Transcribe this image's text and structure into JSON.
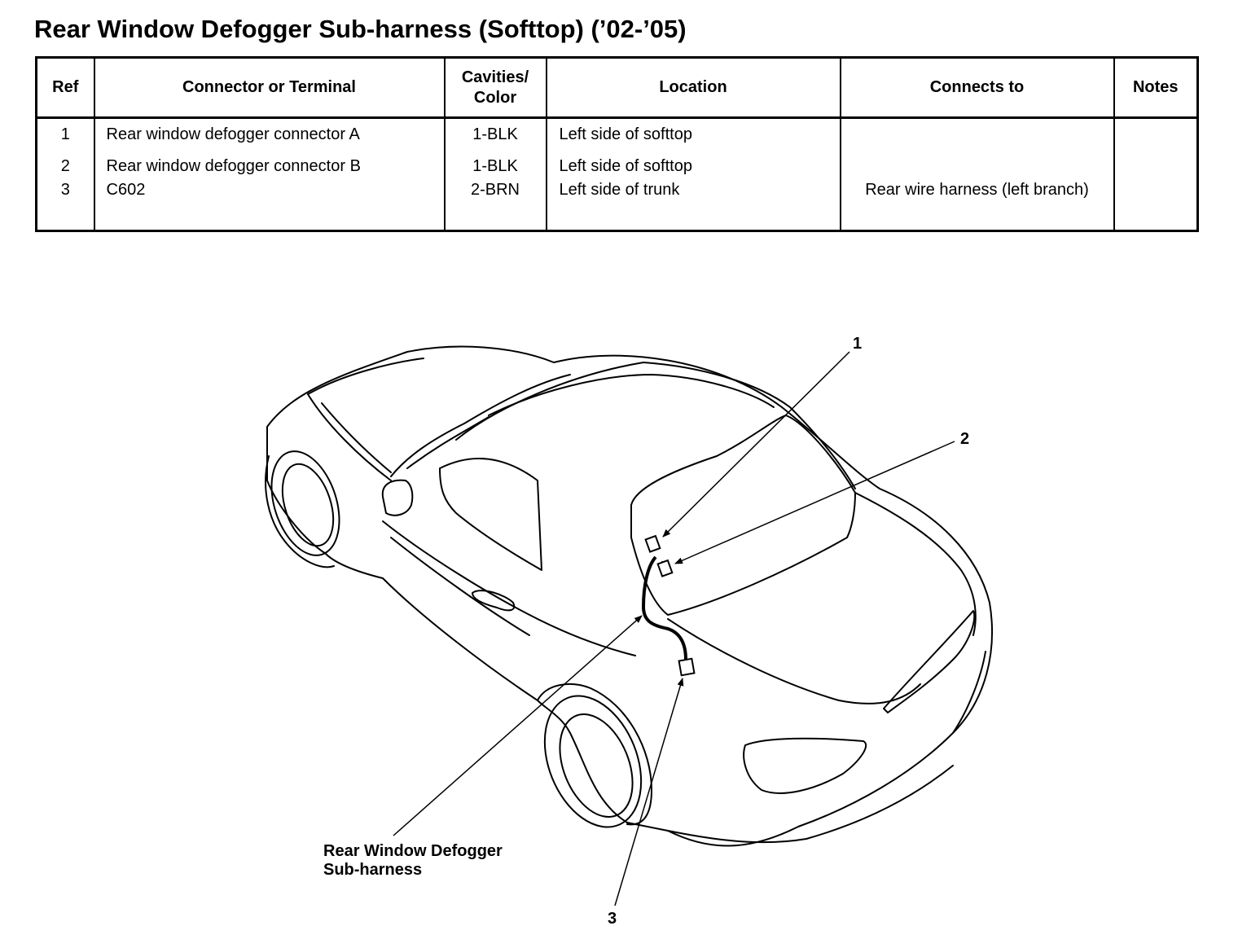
{
  "title": "Rear Window Defogger Sub-harness (Softtop) (’02-’05)",
  "table": {
    "headers": {
      "ref": "Ref",
      "connector": "Connector or Terminal",
      "cavities_line1": "Cavities/",
      "cavities_line2": "Color",
      "location": "Location",
      "connects_to": "Connects to",
      "notes": "Notes"
    },
    "rows": [
      {
        "ref": "1",
        "connector": "Rear window defogger connector A",
        "cavities": "1-BLK",
        "location": "Left side of softtop",
        "connects_to": "",
        "notes": ""
      },
      {
        "ref": "2",
        "connector": "Rear window defogger connector B",
        "cavities": "1-BLK",
        "location": "Left side of softtop",
        "connects_to": "",
        "notes": ""
      },
      {
        "ref": "3",
        "connector": "C602",
        "cavities": "2-BRN",
        "location": "Left side of trunk",
        "connects_to": "Rear wire harness (left branch)",
        "notes": ""
      }
    ]
  },
  "diagram": {
    "callouts": [
      "1",
      "2",
      "3"
    ],
    "harness_label_line1": "Rear Window Defogger",
    "harness_label_line2": "Sub-harness"
  }
}
